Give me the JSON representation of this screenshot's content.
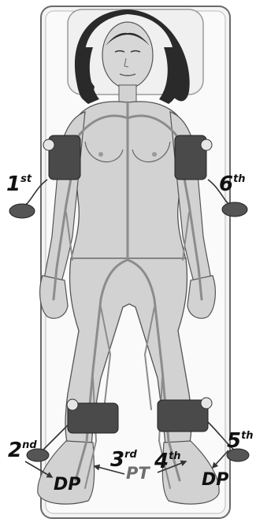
{
  "labels": {
    "first": {
      "num": "1",
      "suffix": "st"
    },
    "second": {
      "num": "2",
      "suffix": "nd"
    },
    "third": {
      "num": "3",
      "suffix": "rd"
    },
    "fourth": {
      "num": "4",
      "suffix": "th"
    },
    "fifth": {
      "num": "5",
      "suffix": "th"
    },
    "sixth": {
      "num": "6",
      "suffix": "th"
    }
  },
  "pulse_sites": {
    "dp_left": "DP",
    "pt": "PT",
    "dp_right": "DP"
  },
  "colors": {
    "skin": "#d2d2d2",
    "skin_outline": "#555555",
    "vessel": "#8c8c8c",
    "cuff": "#4a4a4a",
    "pt_label": "#6e6e6e",
    "text": "#111111",
    "bed": "#f2f2f2"
  }
}
